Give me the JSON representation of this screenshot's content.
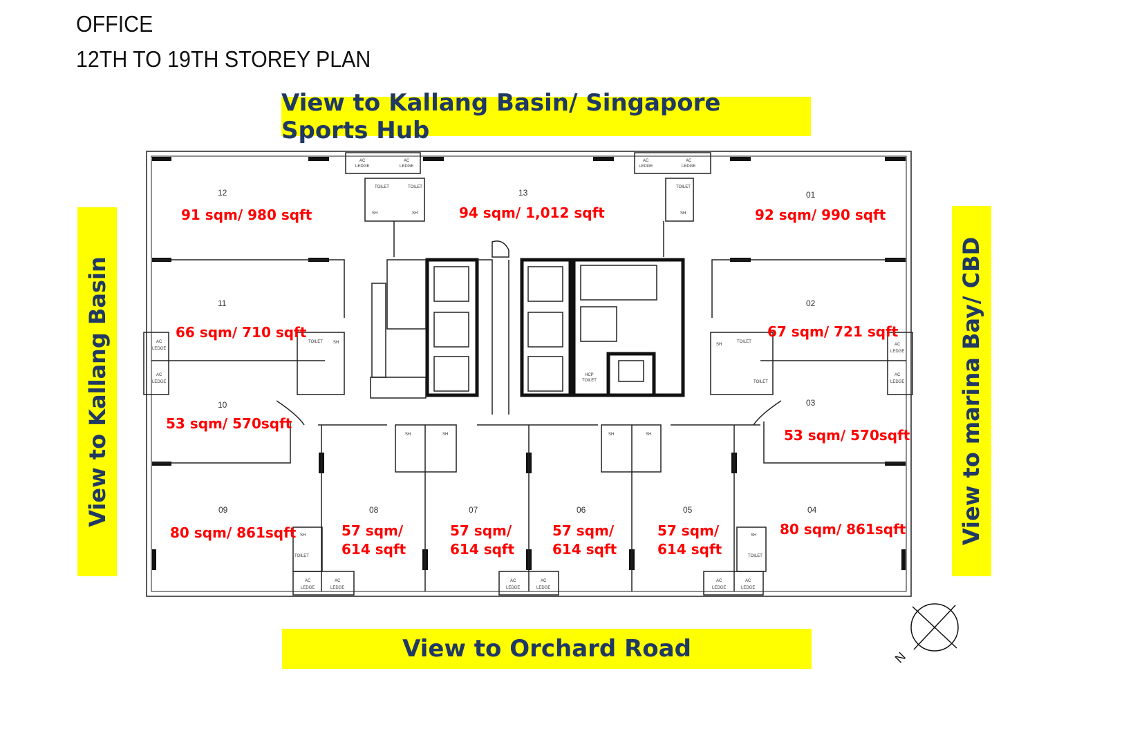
{
  "header": {
    "line1": "OFFICE",
    "line2": "12TH TO 19TH STOREY PLAN"
  },
  "views": {
    "top": "View to Kallang Basin/ Singapore Sports Hub",
    "bottom": "View to Orchard Road",
    "left": "View to Kallang Basin",
    "right": "View to marina Bay/ CBD"
  },
  "units": [
    {
      "no": "12",
      "area": "91 sqm/ 980 sqft"
    },
    {
      "no": "13",
      "area": "94 sqm/ 1,012 sqft"
    },
    {
      "no": "01",
      "area": "92 sqm/ 990 sqft"
    },
    {
      "no": "11",
      "area": "66 sqm/ 710 sqft"
    },
    {
      "no": "02",
      "area": "67 sqm/ 721 sqft"
    },
    {
      "no": "10",
      "area": "53 sqm/ 570sqft"
    },
    {
      "no": "03",
      "area": "53 sqm/ 570sqft"
    },
    {
      "no": "09",
      "area": "80 sqm/ 861sqft"
    },
    {
      "no": "08",
      "area_l1": "57 sqm/",
      "area_l2": "614 sqft"
    },
    {
      "no": "07",
      "area_l1": "57 sqm/",
      "area_l2": "614 sqft"
    },
    {
      "no": "06",
      "area_l1": "57 sqm/",
      "area_l2": "614 sqft"
    },
    {
      "no": "05",
      "area_l1": "57 sqm/",
      "area_l2": "614 sqft"
    },
    {
      "no": "04",
      "area": "80 sqm/ 861sqft"
    }
  ],
  "labels": {
    "ac": "AC",
    "ledge": "LEDGE",
    "toilet": "TOILET",
    "sh": "SH",
    "hcp": "HCP",
    "north": "N"
  },
  "colors": {
    "banner_bg": "#ffff00",
    "banner_text": "#1f3864",
    "area_text": "#ff0000"
  },
  "icons": {
    "compass": "north-arrow-icon"
  }
}
